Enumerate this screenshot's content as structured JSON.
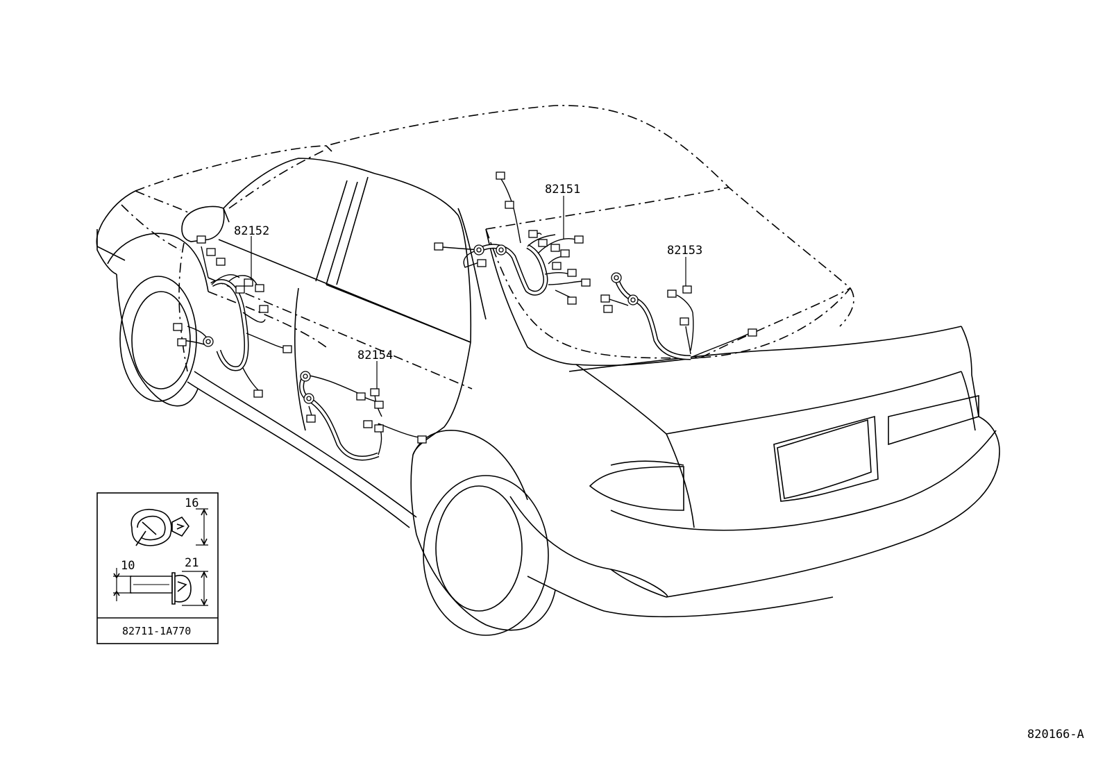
{
  "callouts": {
    "c82151": "82151",
    "c82152": "82152",
    "c82153": "82153",
    "c82154": "82154"
  },
  "clip_box": {
    "dim_top": "16",
    "dim_left": "10",
    "dim_right": "21",
    "part_number": "82711-1A770"
  },
  "figure_id": "820166-A"
}
